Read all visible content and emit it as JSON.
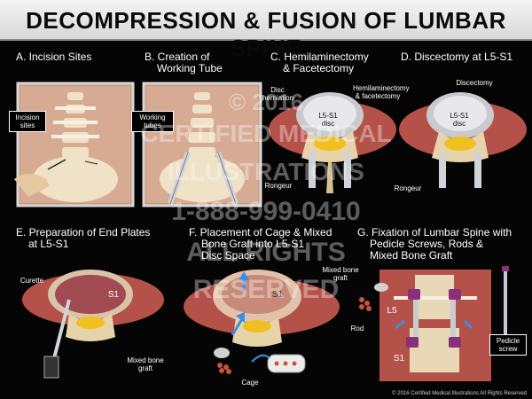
{
  "title": "DECOMPRESSION & FUSION OF LUMBAR SPINE",
  "panels": {
    "a": "A. Incision Sites",
    "b1": "B. Creation of",
    "b2": "Working Tube",
    "c1": "C. Hemilaminectomy",
    "c2": "& Facetectomy",
    "d": "D. Discectomy at L5-S1",
    "e1": "E. Preparation of End Plates",
    "e2": "at L5-S1",
    "f1": "F. Placement of Cage & Mixed",
    "f2": "Bone Graft into L5-S1",
    "f3": "Disc Space",
    "g1": "G. Fixation of Lumbar Spine with",
    "g2": "Pedicle Screws, Rods &",
    "g3": "Mixed Bone Graft"
  },
  "labels": {
    "incision_sites": "Incision sites",
    "working_tubes": "Working tubes",
    "disc_herniation": "Disc herniation",
    "l5s1_disc": "L5-S1 disc",
    "hemilaminectomy": "Hemilaminectomy & facetectomy",
    "rongeur": "Rongeur",
    "discectomy": "Discectomy",
    "curette": "Curette",
    "s1": "S1",
    "mixed_bone_graft": "Mixed bone graft",
    "cage": "Cage",
    "l5": "L5",
    "rod": "Rod",
    "pedicle_screw": "Pedicle screw"
  },
  "watermark": {
    "line1": "© 2016",
    "line2": "CERTIFIED MEDICAL",
    "line3": "ILLUSTRATIONS",
    "line4": "1-888-999-0410",
    "line5": "ALL RIGHTS",
    "line6": "RESERVED"
  },
  "copyright": "© 2016 Certified Medical Illustrations All Rights Reserved",
  "colors": {
    "bone": "#e9d8b8",
    "tissue": "#b4524a",
    "disc": "#e8e8ec",
    "nerve": "#f0c020",
    "steel": "#c8ccd0",
    "screw": "#8a2f7a"
  }
}
